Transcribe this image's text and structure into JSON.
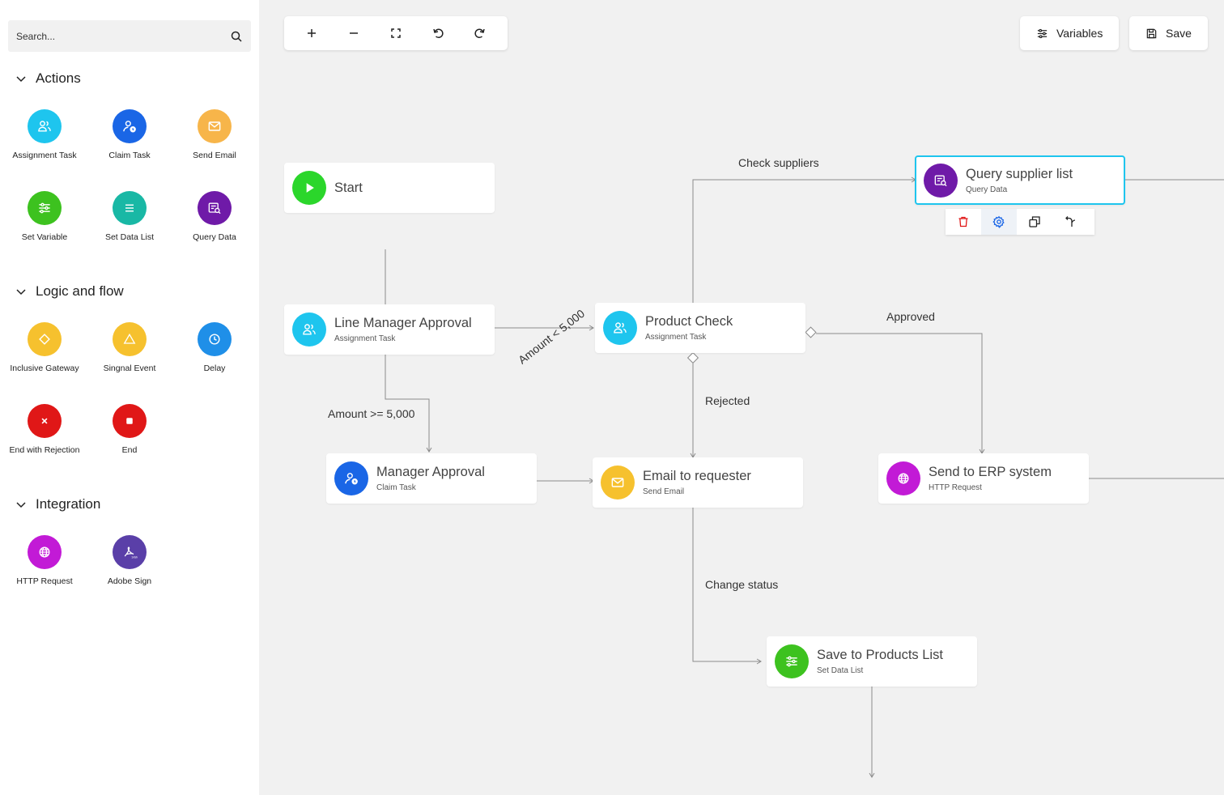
{
  "search": {
    "placeholder": "Search..."
  },
  "sections": [
    {
      "title": "Actions",
      "items": [
        {
          "label": "Assignment Task",
          "icon": "users-icon",
          "color": "#1ec5ee"
        },
        {
          "label": "Claim Task",
          "icon": "user-clock-icon",
          "color": "#1a66e6"
        },
        {
          "label": "Send Email",
          "icon": "mail-icon",
          "color": "#f7b54a"
        },
        {
          "label": "Set Variable",
          "icon": "sliders-icon",
          "color": "#3dc21f"
        },
        {
          "label": "Set Data List",
          "icon": "list-icon",
          "color": "#19b8a5"
        },
        {
          "label": "Query Data",
          "icon": "query-data-icon",
          "color": "#6f1aa8"
        }
      ]
    },
    {
      "title": "Logic and flow",
      "items": [
        {
          "label": "Inclusive Gateway",
          "icon": "diamond-icon",
          "color": "#f6c12e"
        },
        {
          "label": "Singnal Event",
          "icon": "triangle-icon",
          "color": "#f6c12e"
        },
        {
          "label": "Delay",
          "icon": "clock-icon",
          "color": "#1f8fe8"
        },
        {
          "label": "End with Rejection",
          "icon": "x-icon",
          "color": "#e01717"
        },
        {
          "label": "End",
          "icon": "stop-icon",
          "color": "#e01717"
        }
      ]
    },
    {
      "title": "Integration",
      "items": [
        {
          "label": "HTTP Request",
          "icon": "globe-icon",
          "color": "#c21ad6"
        },
        {
          "label": "Adobe Sign",
          "icon": "adobe-sign-icon",
          "color": "#5a3fa8"
        }
      ]
    }
  ],
  "toolbar": {
    "variables_label": "Variables",
    "save_label": "Save"
  },
  "nodes": [
    {
      "title": "Start",
      "subtitle": "",
      "icon": "play-icon",
      "color": "#2bd62b"
    },
    {
      "title": "Line Manager Approval",
      "subtitle": "Assignment Task",
      "icon": "users-icon",
      "color": "#1ec5ee"
    },
    {
      "title": "Manager Approval",
      "subtitle": "Claim Task",
      "icon": "user-clock-icon",
      "color": "#1a66e6"
    },
    {
      "title": "Product Check",
      "subtitle": "Assignment Task",
      "icon": "users-icon",
      "color": "#1ec5ee"
    },
    {
      "title": "Email to requester",
      "subtitle": "Send Email",
      "icon": "mail-icon",
      "color": "#f6c12e"
    },
    {
      "title": "Query supplier list",
      "subtitle": "Query Data",
      "icon": "query-data-icon",
      "color": "#6f1aa8"
    },
    {
      "title": "Send to ERP system",
      "subtitle": "HTTP Request",
      "icon": "globe-icon",
      "color": "#c21ad6"
    },
    {
      "title": "Save to Products List",
      "subtitle": "Set Data List",
      "icon": "sliders-icon",
      "color": "#3dc21f"
    }
  ],
  "edge_labels": {
    "amount_lt": "Amount < 5,000",
    "amount_gte": "Amount >= 5,000",
    "check_suppliers": "Check suppliers",
    "approved": "Approved",
    "rejected": "Rejected",
    "change_status": "Change status"
  },
  "colors": {
    "selected_border": "#1ec5ee",
    "delete": "#e01717",
    "settings": "#1a66e6"
  }
}
